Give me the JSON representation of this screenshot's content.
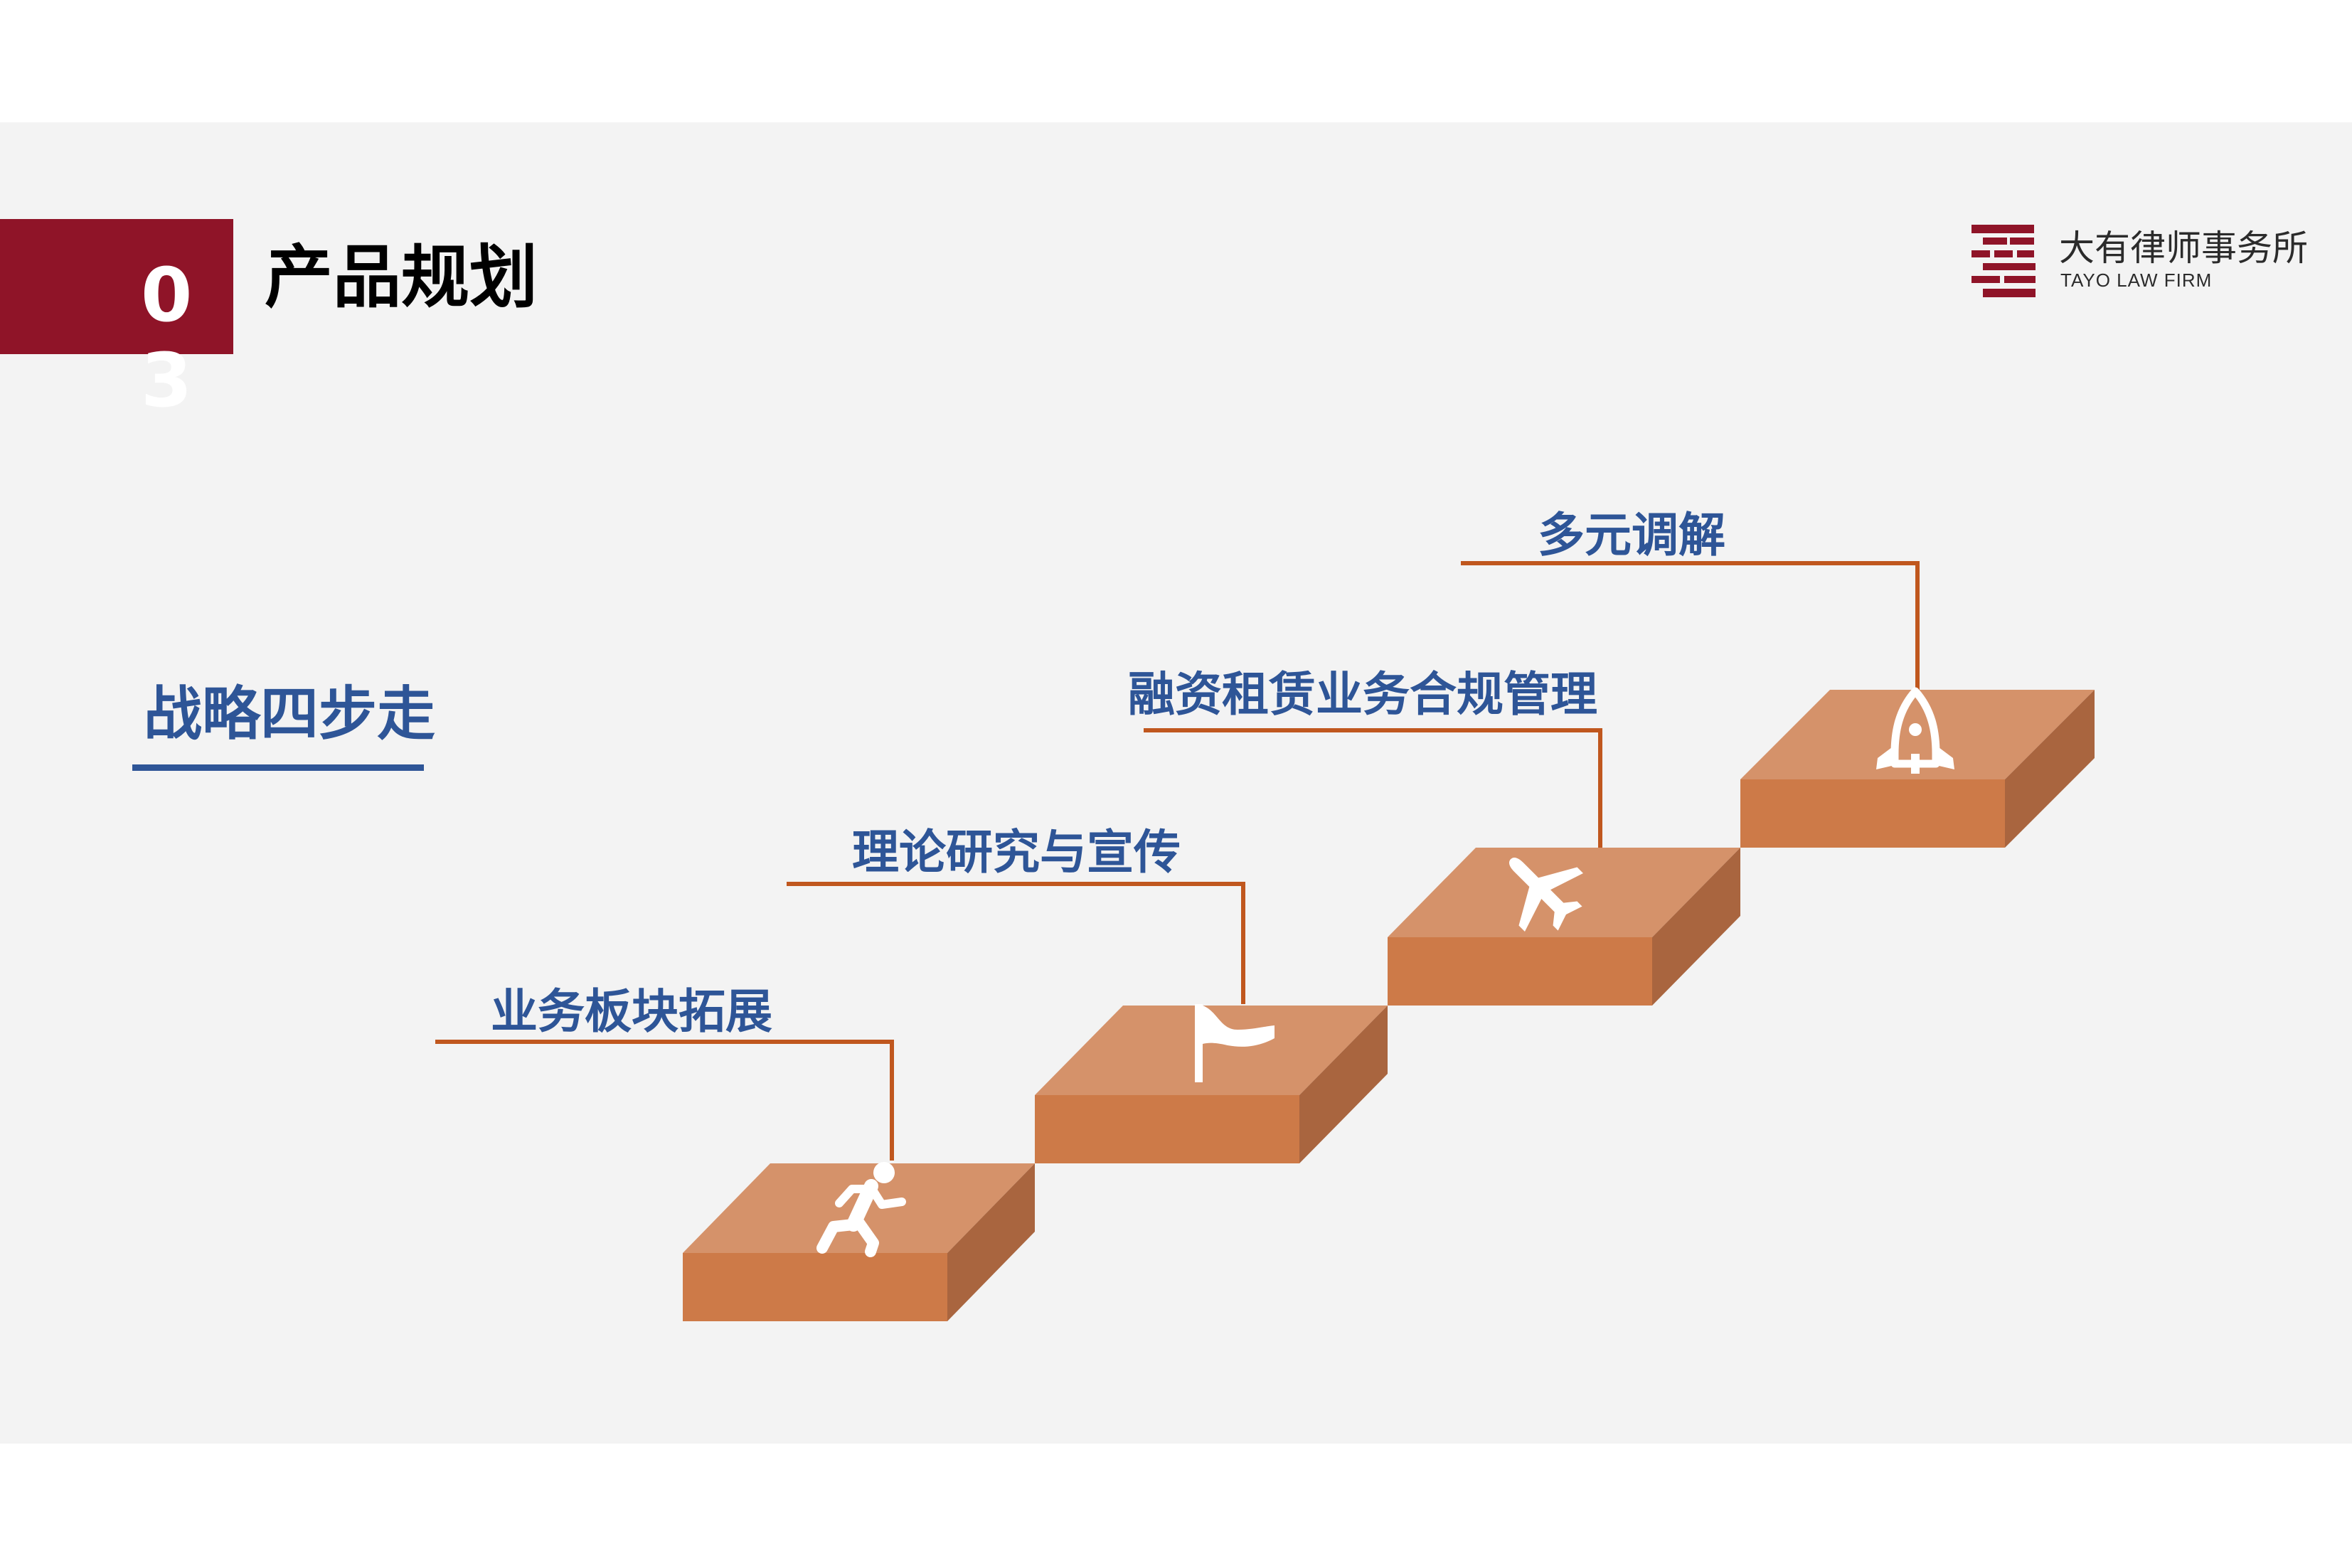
{
  "header": {
    "section_number": "03",
    "title": "产品规划"
  },
  "brand": {
    "name_cn": "大有律师事务所",
    "name_en": "TAYO LAW FIRM",
    "logo_icon": "tayo-logo-icon"
  },
  "content": {
    "subtitle": "战略四步走",
    "steps": [
      {
        "label": "业务板块拓展",
        "icon": "running-person-icon"
      },
      {
        "label": "理论研究与宣传",
        "icon": "flag-icon"
      },
      {
        "label": "融资租赁业务合规管理",
        "icon": "airplane-icon"
      },
      {
        "label": "多元调解",
        "icon": "rocket-icon"
      }
    ]
  },
  "colors": {
    "brand_red": "#8f1428",
    "accent_blue": "#2e5597",
    "step_top": "#d5926a",
    "step_front": "#cd7a48",
    "step_side": "#a9653f",
    "connector": "#c0571e"
  }
}
